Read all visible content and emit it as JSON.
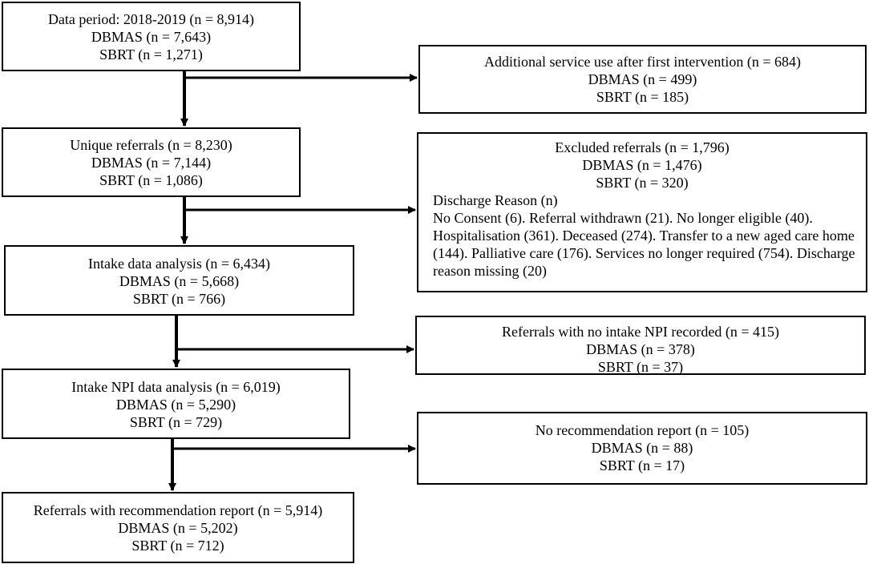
{
  "flow": {
    "data_period": {
      "title": "Data period: 2018-2019 (n = 8,914)",
      "dbmas": "DBMAS (n = 7,643)",
      "sbrt": "SBRT (n = 1,271)"
    },
    "unique_referrals": {
      "title": "Unique referrals (n = 8,230)",
      "dbmas": "DBMAS (n = 7,144)",
      "sbrt": "SBRT (n = 1,086)"
    },
    "intake_data": {
      "title": "Intake data analysis (n = 6,434)",
      "dbmas": "DBMAS (n = 5,668)",
      "sbrt": "SBRT (n = 766)"
    },
    "intake_npi": {
      "title": "Intake NPI data analysis (n = 6,019)",
      "dbmas": "DBMAS (n = 5,290)",
      "sbrt": "SBRT (n = 729)"
    },
    "with_report": {
      "title": "Referrals with recommendation report (n = 5,914)",
      "dbmas": "DBMAS (n = 5,202)",
      "sbrt": "SBRT (n = 712)"
    }
  },
  "exclusions": {
    "additional_service": {
      "title": "Additional service use after first intervention (n = 684)",
      "dbmas": "DBMAS (n = 499)",
      "sbrt": "SBRT (n = 185)"
    },
    "excluded_referrals": {
      "title": "Excluded referrals (n = 1,796)",
      "dbmas": "DBMAS (n = 1,476)",
      "sbrt": "SBRT (n = 320)",
      "reasons_header": "Discharge Reason (n)",
      "reasons_text": "No Consent (6). Referral withdrawn (21). No longer eligible (40). Hospitalisation (361). Deceased (274). Transfer to a new aged care home (144). Palliative care (176). Services no longer required (754). Discharge reason missing (20)"
    },
    "no_intake_npi": {
      "title": "Referrals with no intake NPI recorded (n = 415)",
      "dbmas": "DBMAS (n = 378)",
      "sbrt": "SBRT (n = 37)"
    },
    "no_report": {
      "title": "No recommendation report (n = 105)",
      "dbmas": "DBMAS (n = 88)",
      "sbrt": "SBRT (n = 17)"
    }
  }
}
